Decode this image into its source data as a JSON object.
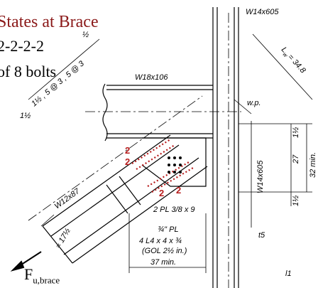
{
  "title": "States at Brace",
  "line1": "2-2-2-2",
  "line2": "of 8 bolts",
  "force": {
    "main": "F",
    "sub": "u,brace"
  },
  "labels": {
    "column_top": "W14x605",
    "length": "L",
    "length_sub": "w",
    "length_value": "= 34.8",
    "beam": "W18x106",
    "column_side": "W14x605",
    "brace": "W12x87",
    "bolt_spacing": "1½ , 5 @ 3 , 5 @ 3",
    "edge_left": "1½",
    "work_point": "w.p.",
    "dim_27": "27",
    "dim_32": "32 min.",
    "dim_1half_top": "1½",
    "dim_1half_bot": "1½",
    "plate_label": "2 PL 3/8 x 9",
    "quarter": "¾\" PL",
    "angles_line1": "4 L4 x 4 x ¾",
    "angles_line2": "(GOL 2½ in.)",
    "min37": "37 min.",
    "angle_dim": "≈ 17½",
    "t5": "t5",
    "l1": "l1",
    "red_marks": [
      "2",
      "2",
      "2",
      "2"
    ],
    "half_top": "½"
  }
}
